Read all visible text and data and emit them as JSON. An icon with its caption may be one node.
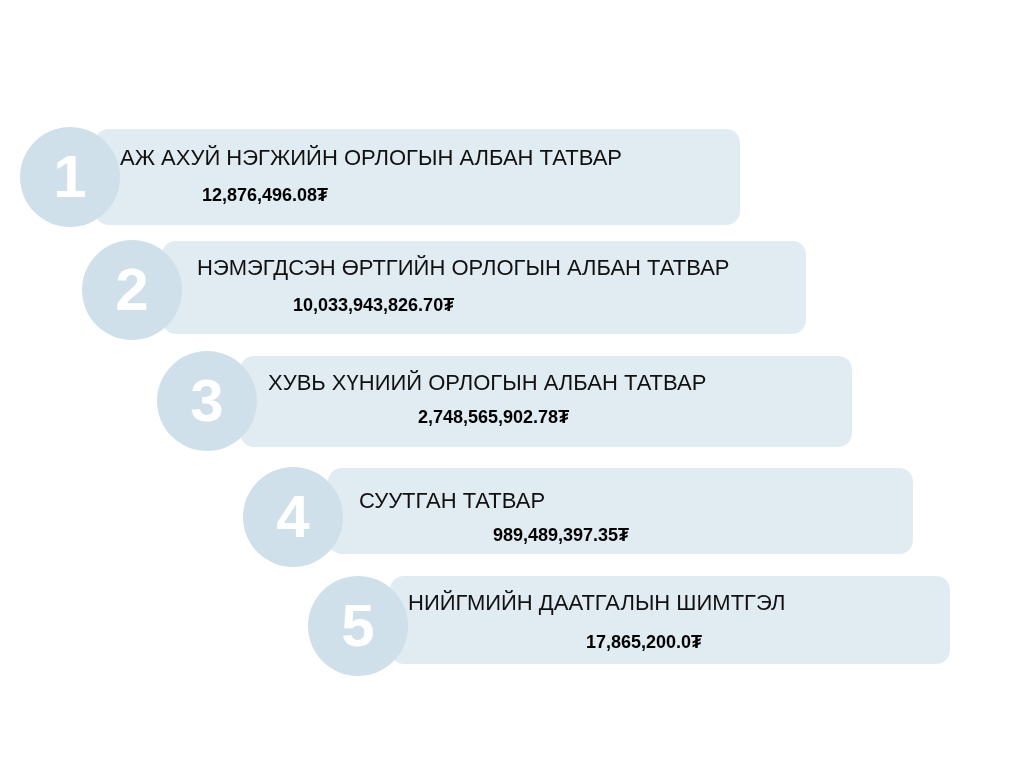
{
  "diagram": {
    "nodes": [
      {
        "text": [
          "1"
        ]
      },
      {
        "text": [
          "АЖ АХУЙ НЭГЖИЙН ОРЛОГЫН АЛБАН ТАТВАР",
          "12,876,496.08₮"
        ]
      },
      {
        "text": [
          "2"
        ]
      },
      {
        "text": [
          "НЭМЭГДСЭН ӨРТГИЙН ОРЛОГЫН АЛБАН ТАТВАР",
          "10,033,943,826.70₮"
        ]
      },
      {
        "text": [
          "3"
        ]
      },
      {
        "text": [
          "ХУВЬ ХҮНИИЙ ОРЛОГЫН АЛБАН ТАТВАР",
          "2,748,565,902.78₮"
        ]
      },
      {
        "text": [
          "4"
        ]
      },
      {
        "text": [
          "СУУТГАН ТАТВАР",
          "989,489,397.35₮"
        ]
      },
      {
        "text": [
          "5"
        ]
      },
      {
        "text": [
          "НИЙГМИЙН ДААТГАЛЫН ШИМТГЭЛ",
          "17,865,200.0₮"
        ]
      }
    ]
  }
}
